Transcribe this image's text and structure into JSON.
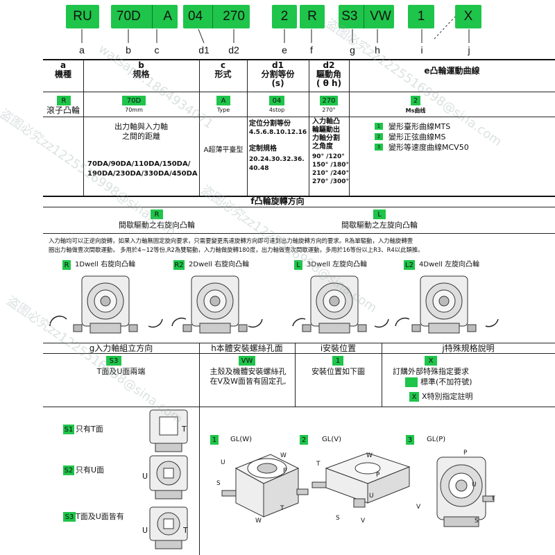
{
  "codes": [
    {
      "text": "RU"
    },
    {
      "left": "70D",
      "right": "A"
    },
    {
      "left": "04",
      "right": "270"
    },
    {
      "text": "2"
    },
    {
      "text": "R"
    },
    {
      "left": "S3",
      "right": "VW"
    },
    {
      "text": "1"
    },
    {
      "text": "X"
    }
  ],
  "letters": [
    "a",
    "b",
    "c",
    "d1",
    "d2",
    "e",
    "f",
    "g",
    "h",
    "i",
    "j"
  ],
  "header": {
    "a_top": "a",
    "a": "機種",
    "b_top": "b",
    "b": "規格",
    "c_top": "c",
    "c": "形式",
    "d1_top": "d1",
    "d1": "分割等份",
    "d1_sub": "(s)",
    "d2_top": "d2",
    "d2": "驅動角",
    "d2_sub": "( θ h)",
    "e": "e凸輪運動曲線"
  },
  "row1": {
    "a_pill": "R",
    "a_text": "滾子凸輪",
    "b_pill": "70D",
    "b_sub": "70mm",
    "c_pill": "A",
    "c_sub": "Type",
    "d1_pill": "04",
    "d1_sub": "4stop",
    "d2_pill": "270",
    "d2_sub": "270°",
    "e_pill": "2",
    "e_sub": "Ms曲线"
  },
  "row2": {
    "b_desc1": "出力軸與入力軸",
    "b_desc2": "之間的距離",
    "b_list1": "70DA/90DA/110DA/150DA/",
    "b_list2": "190DA/230DA/330DA/450DA",
    "c_text": "A超薄平臺型",
    "d1_l1": "定位分割等份",
    "d1_l2": "4.5.6.8.10.12.16",
    "d1_l3": "定制規格",
    "d1_l4": "20.24.30.32.36.",
    "d1_l5": "40.48",
    "d2_l1": "入力軸凸",
    "d2_l2": "輪驅動出",
    "d2_l3": "力軸分割",
    "d2_l4": "之角度",
    "d2_angles": [
      "90° /120°",
      "150° /180°",
      "210° /240°",
      "270° /300°"
    ],
    "e_items": [
      {
        "pill": "1",
        "text": "變形臺形曲線MTS"
      },
      {
        "pill": "2",
        "text": "變形正弦曲線MS"
      },
      {
        "pill": "3",
        "text": "變形等速度曲線MCV50"
      }
    ]
  },
  "section_f": {
    "title": "f凸輪旋轉方向",
    "left_pill": "R",
    "left_text": "間歇驅動之右旋向凸輪",
    "right_pill": "L",
    "right_text": "間歇驅動之左旋向凸輪",
    "note1": "入力軸均可以正逆向旋轉，如果入力軸無固定旋向要求，只需要變更馬達旋轉方向即可達到出力軸旋轉方向的要求。R為單驅動，入力軸旋轉壹",
    "note2": "圈出力軸做壹次間歇運動，  多用於4~12等份,R2為雙驅動，入力軸做旋轉180度，出力軸做壹次間歇運動，多用於16等份以上R3、R4以此類推。",
    "dwells": [
      {
        "pill": "R",
        "text": "1Dwell 右旋向凸輪"
      },
      {
        "pill": "R2",
        "text": "2Dwell 右旋向凸輪"
      },
      {
        "pill": "L",
        "text": "3Dwell 左旋向凸輪"
      },
      {
        "pill": "L2",
        "text": "4Dwell 左旋向凸輪"
      }
    ]
  },
  "section_g": {
    "title": "g入力軸組立方向",
    "pill": "S3",
    "text": "T面及U面兩端",
    "options": [
      {
        "pill": "S1",
        "text": "只有T面"
      },
      {
        "pill": "S2",
        "text": "只有U面"
      },
      {
        "pill": "S3",
        "text": "T面及U面皆有"
      }
    ]
  },
  "section_h": {
    "title": "h本體安裝螺絲孔面",
    "pill": "VW",
    "text1": "主殼及機體安裝螺絲孔",
    "text2": "在V及W面皆有固定孔,"
  },
  "section_i": {
    "title": "i安裝位置",
    "pill": "1",
    "text": "安裝位置如下圖"
  },
  "section_j": {
    "title": "j特殊規格說明",
    "pill": "X",
    "text": "訂購外部特殊指定要求",
    "opt1": "標準(不加符號)",
    "opt2_pill": "X",
    "opt2": "X特別指定註明"
  },
  "positions": [
    {
      "pill": "1",
      "label": "GL(W)"
    },
    {
      "pill": "2",
      "label": "GL(V)"
    },
    {
      "pill": "3",
      "label": "GL(P)"
    }
  ],
  "face_labels": {
    "T": "T",
    "U": "U",
    "V": "V",
    "W": "W",
    "S": "S",
    "P": "P"
  },
  "watermarks": [
    "盗图必究zz1225516998@sina.com",
    "watsapp:1864934071"
  ],
  "colors": {
    "accent": "#1fc44a"
  }
}
